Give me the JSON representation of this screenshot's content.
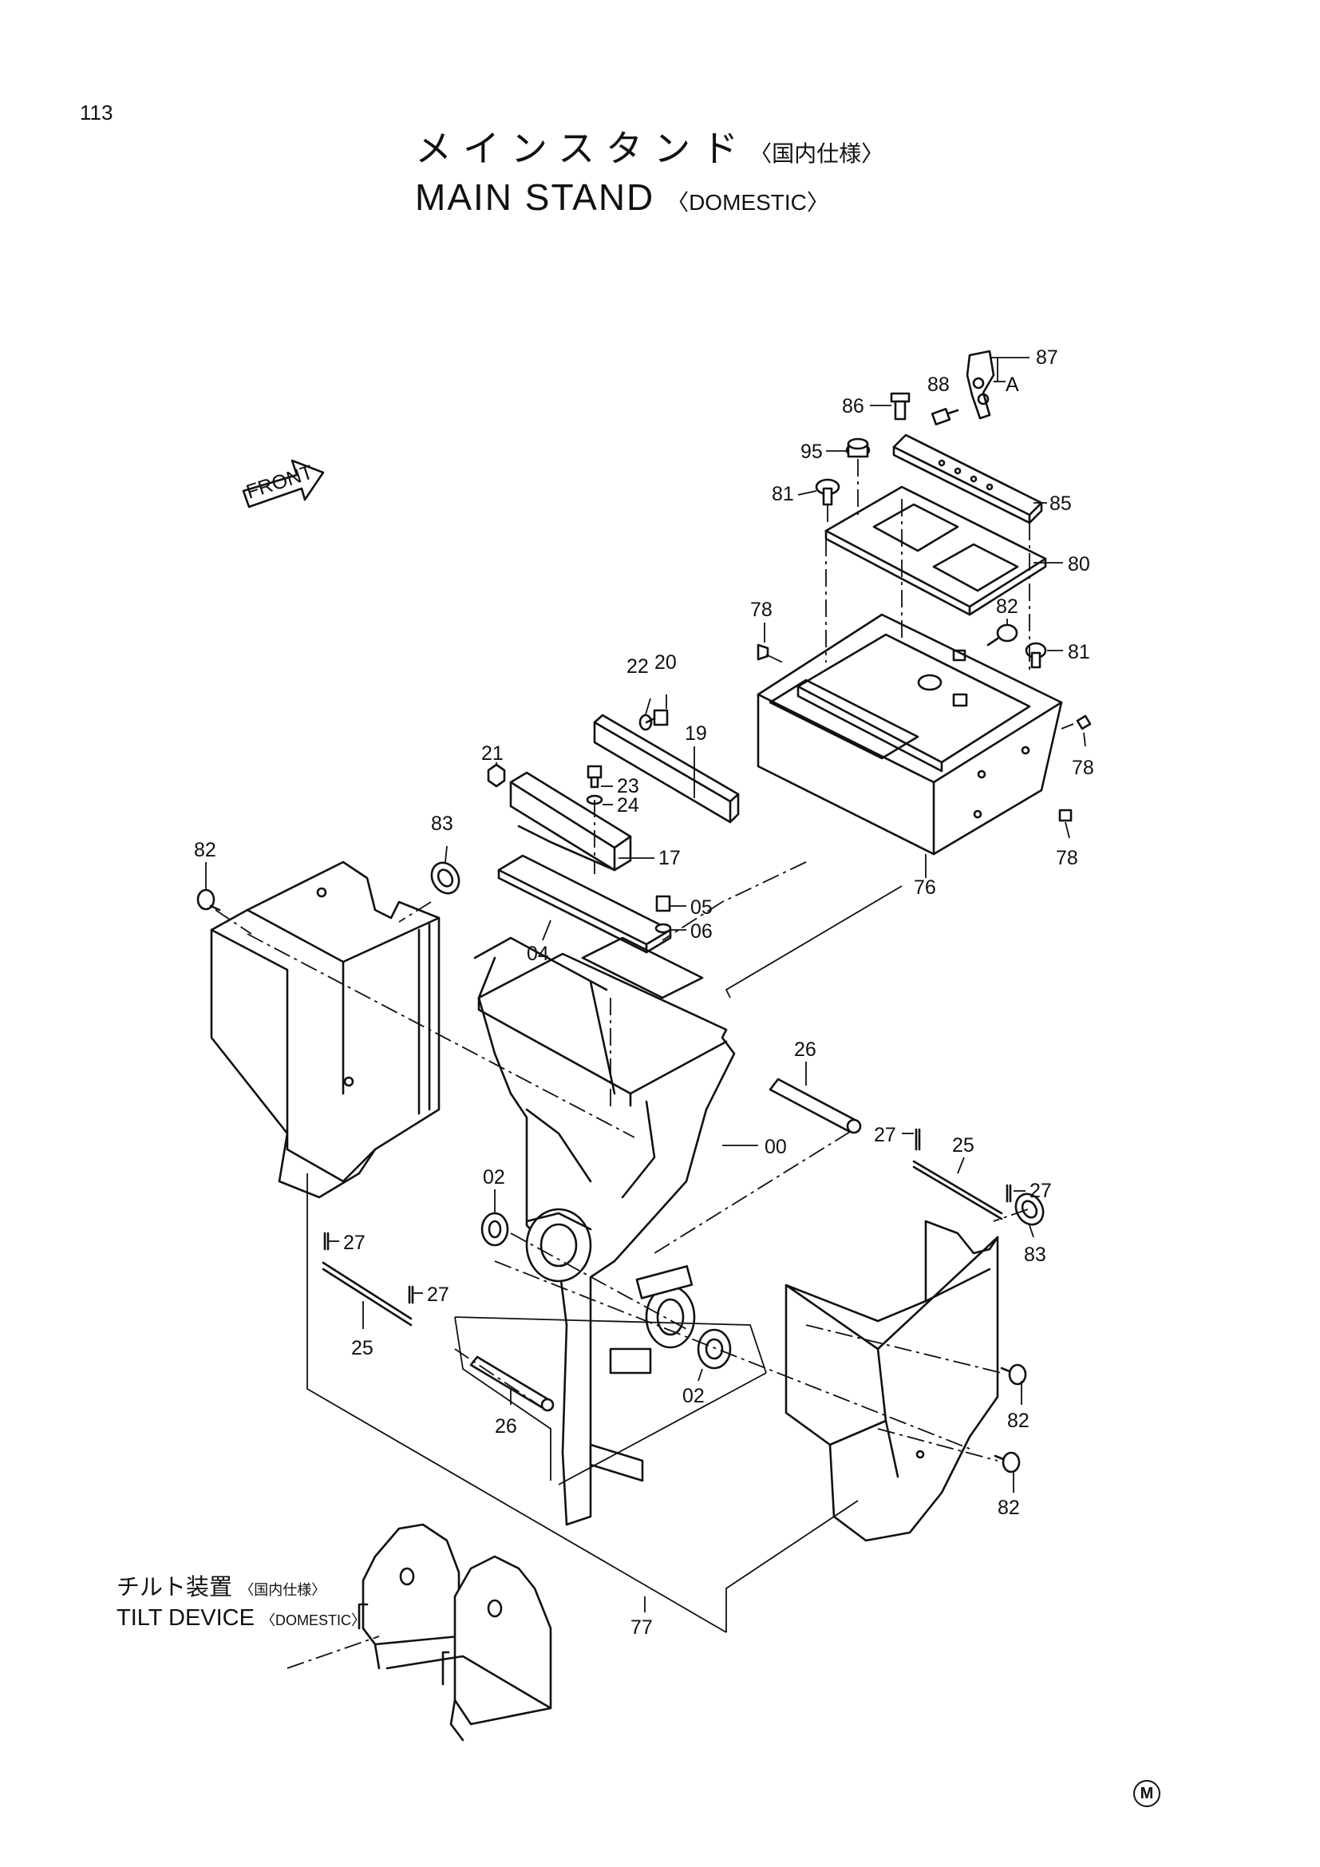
{
  "page_number": "113",
  "title": {
    "jp": "メインスタンド",
    "jp_note": "〈国内仕様〉",
    "en": "MAIN STAND",
    "en_note": "〈DOMESTIC〉"
  },
  "front_label": "FRONT",
  "detail_marker": "A",
  "tilt_device": {
    "jp": "チルト装置",
    "jp_note": "〈国内仕様〉",
    "en": "TILT DEVICE",
    "en_note": "〈DOMESTIC〉"
  },
  "maker_mark": "M",
  "callouts": {
    "c87": "87",
    "c86": "86",
    "c88": "88",
    "c95": "95",
    "c81a": "81",
    "c85": "85",
    "c80": "80",
    "c78a": "78",
    "c82a": "82",
    "c81b": "81",
    "c22": "22",
    "c20": "20",
    "c19": "19",
    "c21": "21",
    "c23": "23",
    "c24": "24",
    "c17": "17",
    "c78b": "78",
    "c78c": "78",
    "c76": "76",
    "c83a": "83",
    "c82b": "82",
    "c05": "05",
    "c06": "06",
    "c04": "04",
    "c26a": "26",
    "c27a": "27",
    "c25a": "25",
    "c00": "00",
    "c02a": "02",
    "c27b": "27",
    "c27c": "27",
    "c27d": "27",
    "c83b": "83",
    "c25b": "25",
    "c26b": "26",
    "c02b": "02",
    "c82c": "82",
    "c82d": "82",
    "c77": "77"
  }
}
